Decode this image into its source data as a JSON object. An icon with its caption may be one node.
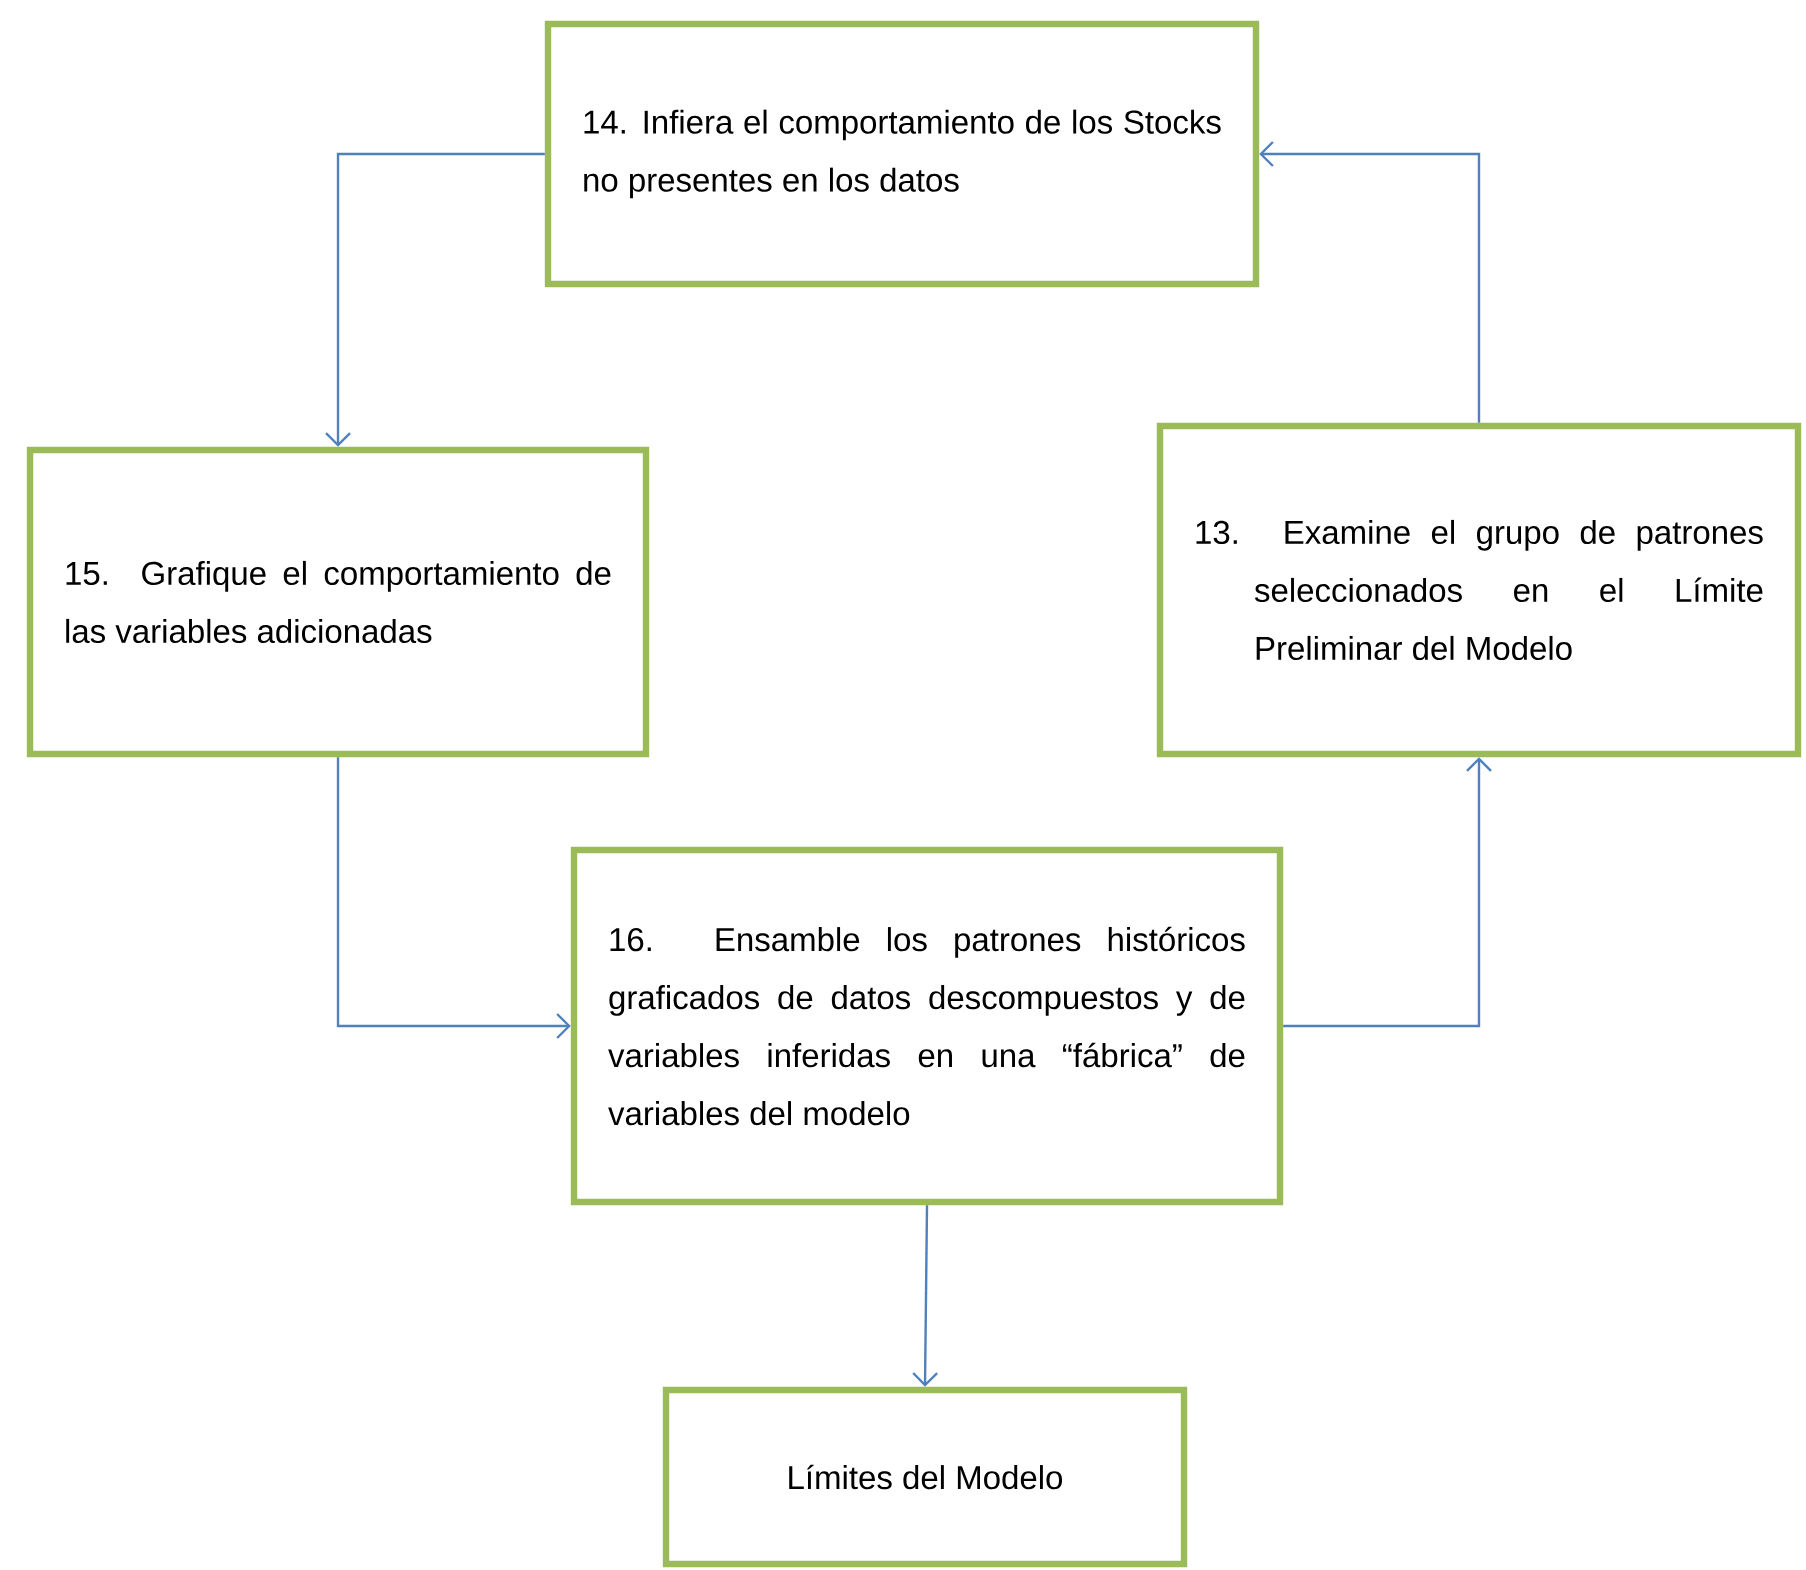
{
  "diagram": {
    "nodes": [
      {
        "text": [
          "14. Infiera el comportamiento de los Stocks no presentes en los datos"
        ]
      },
      {
        "text": [
          "15. Grafique el comportamiento de las variables adicionadas"
        ]
      },
      {
        "text": [
          "13. Examine el grupo de patrones seleccionados en el Límite Preliminar del Modelo"
        ]
      },
      {
        "text": [
          "16. Ensamble los patrones históricos graficados de datos descompuestos y de variables inferidas en una “fábrica” de variables del modelo"
        ]
      },
      {
        "text": [
          "Límites del Modelo"
        ]
      }
    ],
    "edges": [
      {
        "from": 0,
        "to": 1,
        "arrow": "to"
      },
      {
        "from": 2,
        "to": 0,
        "arrow": "to"
      },
      {
        "from": 1,
        "to": 3,
        "arrow": "to"
      },
      {
        "from": 3,
        "to": 2,
        "arrow": "to"
      },
      {
        "from": 3,
        "to": 4,
        "arrow": "to"
      }
    ]
  }
}
